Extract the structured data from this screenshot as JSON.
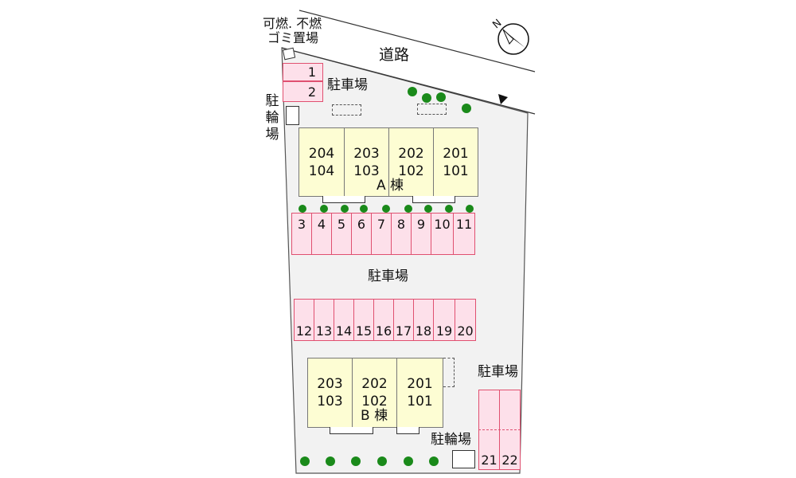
{
  "labels": {
    "garbage_line1": "可燃. 不燃",
    "garbage_line2": "ゴミ置場",
    "road": "道路",
    "parking_top": "駐車場",
    "parking_mid": "駐車場",
    "parking_right": "駐車場",
    "bicycle_left_1": "駐",
    "bicycle_left_2": "輪",
    "bicycle_left_3": "場",
    "bicycle_bottom": "駐輪場",
    "building_a": "A 棟",
    "building_b": "B 棟",
    "north": "N"
  },
  "building_a_units": [
    {
      "upper": "204",
      "lower": "104"
    },
    {
      "upper": "203",
      "lower": "103"
    },
    {
      "upper": "202",
      "lower": "102"
    },
    {
      "upper": "201",
      "lower": "101"
    }
  ],
  "building_b_units": [
    {
      "upper": "203",
      "lower": "103"
    },
    {
      "upper": "202",
      "lower": "102"
    },
    {
      "upper": "201",
      "lower": "101"
    }
  ],
  "parking_top_spaces": [
    "1",
    "2"
  ],
  "parking_row_a": [
    "3",
    "4",
    "5",
    "6",
    "7",
    "8",
    "9",
    "10",
    "11"
  ],
  "parking_row_b": [
    "12",
    "13",
    "14",
    "15",
    "16",
    "17",
    "18",
    "19",
    "20"
  ],
  "parking_right_spaces": [
    "21",
    "22"
  ],
  "colors": {
    "building": "#fdfdd3",
    "parking": "#fde0ea",
    "parking_border": "#e05070",
    "tree": "#1a8a1a",
    "lot": "#f2f2f2"
  }
}
